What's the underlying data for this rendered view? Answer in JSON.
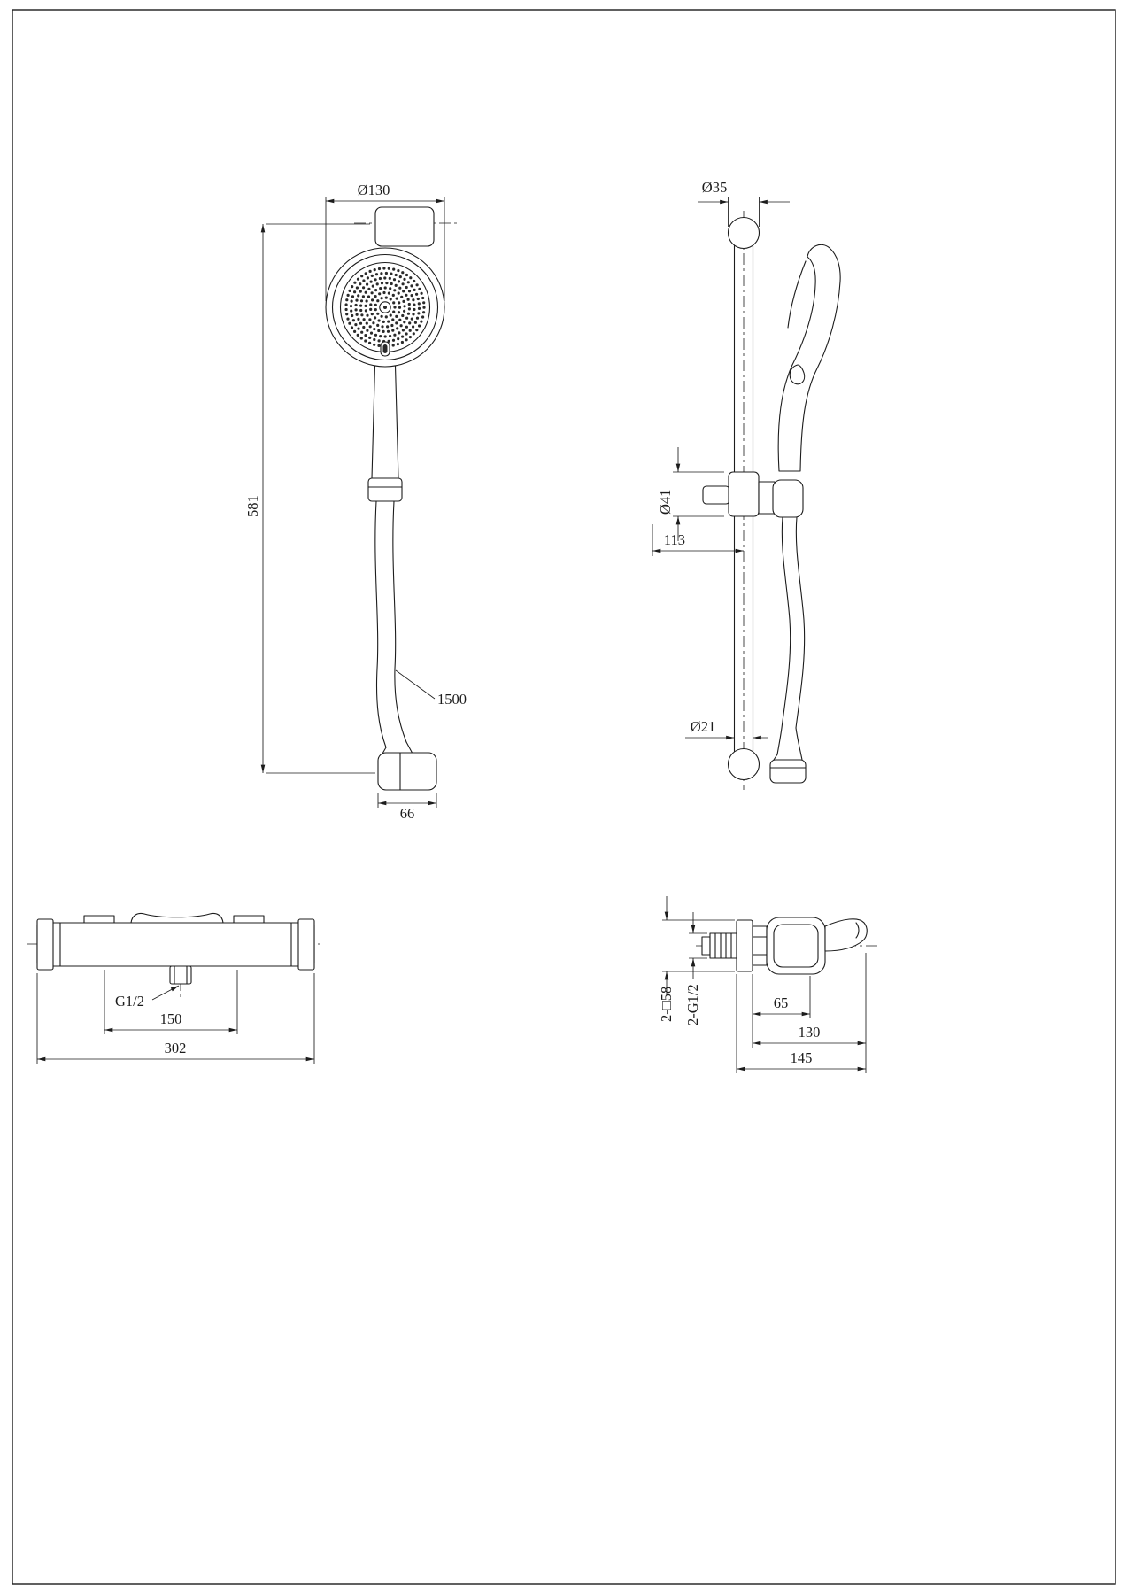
{
  "colors": {
    "ink": "#1c1c1c",
    "paper": "#ffffff"
  },
  "views": {
    "hand_shower_front": {
      "dims": {
        "head_diameter": "Ø130",
        "overall_height": "581",
        "hose_length": "1500",
        "elbow_width": "66"
      }
    },
    "slide_bar_side": {
      "dims": {
        "end_cap_diameter": "Ø35",
        "holder_diameter": "Ø41",
        "holder_offset": "113",
        "bar_diameter": "Ø21"
      }
    },
    "mixer_front": {
      "dims": {
        "outlet_thread": "G1/2",
        "inlet_spacing": "150",
        "overall_width": "302"
      }
    },
    "mixer_side": {
      "dims": {
        "escutcheon_square": "2-□58",
        "inlet_thread": "2-G1/2",
        "body_offset": "65",
        "handle_reach": "130",
        "overall_depth": "145"
      }
    }
  }
}
